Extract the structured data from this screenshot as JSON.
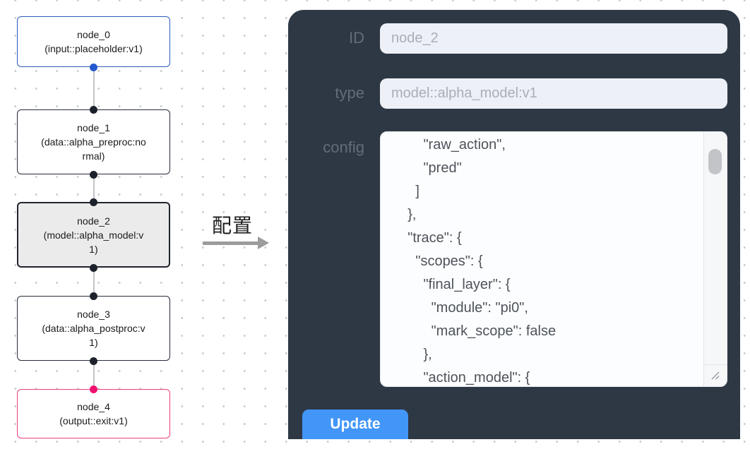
{
  "canvas": {
    "nodes": [
      {
        "name": "node_0",
        "type_label": "(input::placeholder:v1)"
      },
      {
        "name": "node_1",
        "type_label": "(data::alpha_preproc:normal)"
      },
      {
        "name": "node_2",
        "type_label": "(model::alpha_model:v1)"
      },
      {
        "name": "node_3",
        "type_label": "(data::alpha_postproc:v1)"
      },
      {
        "name": "node_4",
        "type_label": "(output::exit:v1)"
      }
    ],
    "edge_label": "配置"
  },
  "panel": {
    "id_field": {
      "label": "ID",
      "value": "node_2"
    },
    "type_field": {
      "label": "type",
      "value": "model::alpha_model:v1"
    },
    "config_field": {
      "label": "config",
      "value": "        \"raw_action\",\n        \"pred\"\n      ]\n    },\n    \"trace\": {\n      \"scopes\": {\n        \"final_layer\": {\n          \"module\": \"pi0\",\n          \"mark_scope\": false\n        },\n        \"action_model\": {"
    },
    "update_button": "Update"
  },
  "colors": {
    "panel_bg": "#2e3845",
    "accent_blue": "#4296f7",
    "input_node_border": "#2d5cbe",
    "output_node_border": "#ea3d80",
    "input_handle_blue": "#2458cf",
    "output_handle_pink": "#f0116e",
    "selected_node_bg": "#ebebeb"
  }
}
